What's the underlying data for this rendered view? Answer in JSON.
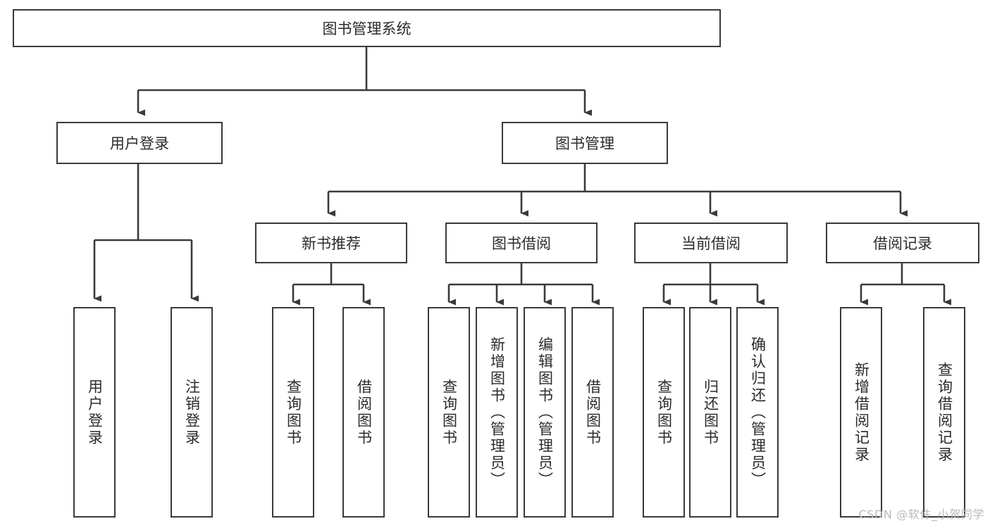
{
  "diagram": {
    "type": "tree-hierarchy-chart",
    "title": "图书管理系统",
    "watermark": "CSDN @软件_小贺同学",
    "line_color": "#3a3a3a",
    "box_fill": "#ffffff",
    "text_color": "#2b2b2b",
    "watermark_color": "#b9b9b9"
  },
  "nodes": {
    "root": {
      "label": "图书管理系统"
    },
    "level2": [
      {
        "label": "用户登录"
      },
      {
        "label": "图书管理"
      }
    ],
    "level3": [
      {
        "label": "新书推荐"
      },
      {
        "label": "图书借阅"
      },
      {
        "label": "当前借阅"
      },
      {
        "label": "借阅记录"
      }
    ],
    "leaves": {
      "user_login": [
        {
          "label": "用户登录"
        },
        {
          "label": "注销登录"
        }
      ],
      "new_book_recommend": [
        {
          "label": "查询图书"
        },
        {
          "label": "借阅图书"
        }
      ],
      "book_borrow": [
        {
          "label": "查询图书"
        },
        {
          "label": "新增图书（管理员）"
        },
        {
          "label": "编辑图书（管理员）"
        },
        {
          "label": "借阅图书"
        }
      ],
      "current_borrow": [
        {
          "label": "查询图书"
        },
        {
          "label": "归还图书"
        },
        {
          "label": "确认归还（管理员）"
        }
      ],
      "borrow_record": [
        {
          "label": "新增借阅记录"
        },
        {
          "label": "查询借阅记录"
        }
      ]
    }
  }
}
